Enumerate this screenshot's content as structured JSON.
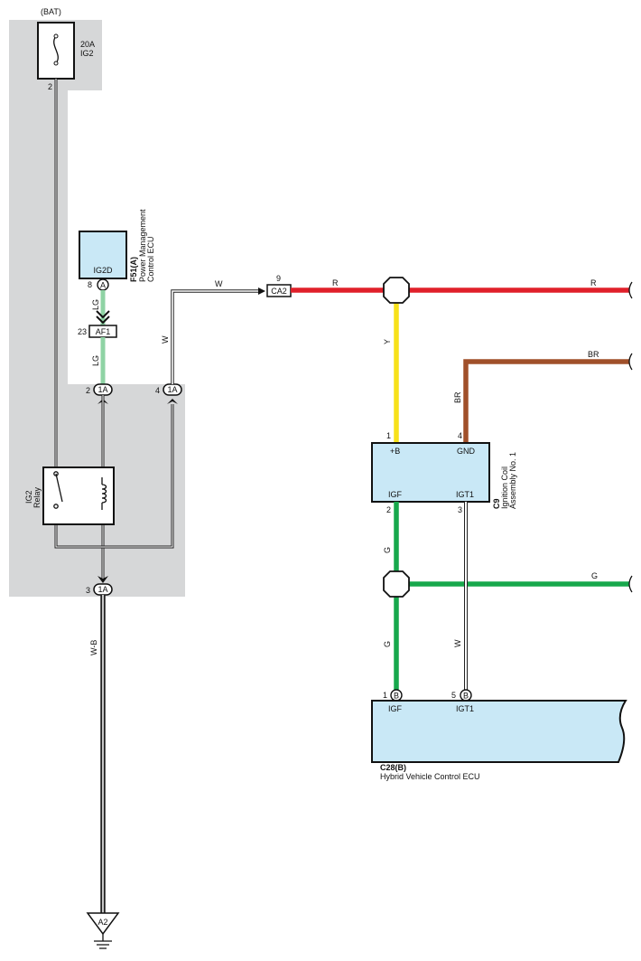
{
  "fuse": {
    "source": "(BAT)",
    "rating": "20A",
    "name": "IG2",
    "pin": "2"
  },
  "relay": {
    "name": "IG2",
    "type": "Relay"
  },
  "connector_1a": {
    "label": "1A",
    "pin_lg": "2",
    "pin_w": "4",
    "pin_wb": "3"
  },
  "ecu_pm": {
    "code": "F51(A)",
    "name_line1": "Power Management",
    "name_line2": "Control ECU",
    "terminal": "IG2D",
    "pin": "8",
    "pin_letter": "A"
  },
  "junction_af1": {
    "label": "AF1",
    "pin": "23"
  },
  "junction_ca2": {
    "label": "CA2",
    "pin": "9"
  },
  "ignition_coil": {
    "code": "C9",
    "name_line1": "Ignition Coil",
    "name_line2": "Assembly No. 1",
    "t_plus_b": "+B",
    "t_gnd": "GND",
    "t_igf": "IGF",
    "t_igt1": "IGT1",
    "pin_plus_b": "1",
    "pin_gnd": "4",
    "pin_igf": "2",
    "pin_igt1": "3"
  },
  "hv_ecu": {
    "code": "C28(B)",
    "name": "Hybrid Vehicle Control ECU",
    "t_igf": "IGF",
    "t_igt1": "IGT1",
    "pin_igf": "1",
    "pin_igt1": "5",
    "pin_letter": "B"
  },
  "ground": {
    "label": "A2"
  },
  "wires": {
    "lg_top": "LG",
    "lg_bottom": "LG",
    "w_vertical": "W",
    "w_horizontal": "W",
    "r_left": "R",
    "r_right": "R",
    "y": "Y",
    "br_vertical": "BR",
    "br_right": "BR",
    "g_upper": "G",
    "g_lower": "G",
    "g_right": "G",
    "w_igt1": "W",
    "wb": "W-B"
  },
  "colors": {
    "red": "#e0202a",
    "yellow": "#f7e11a",
    "brown": "#a0502a",
    "green": "#17a84c",
    "light_green": "#8fd3a4",
    "panel_gray": "#d6d7d8",
    "component_fill": "#c9e8f6"
  }
}
